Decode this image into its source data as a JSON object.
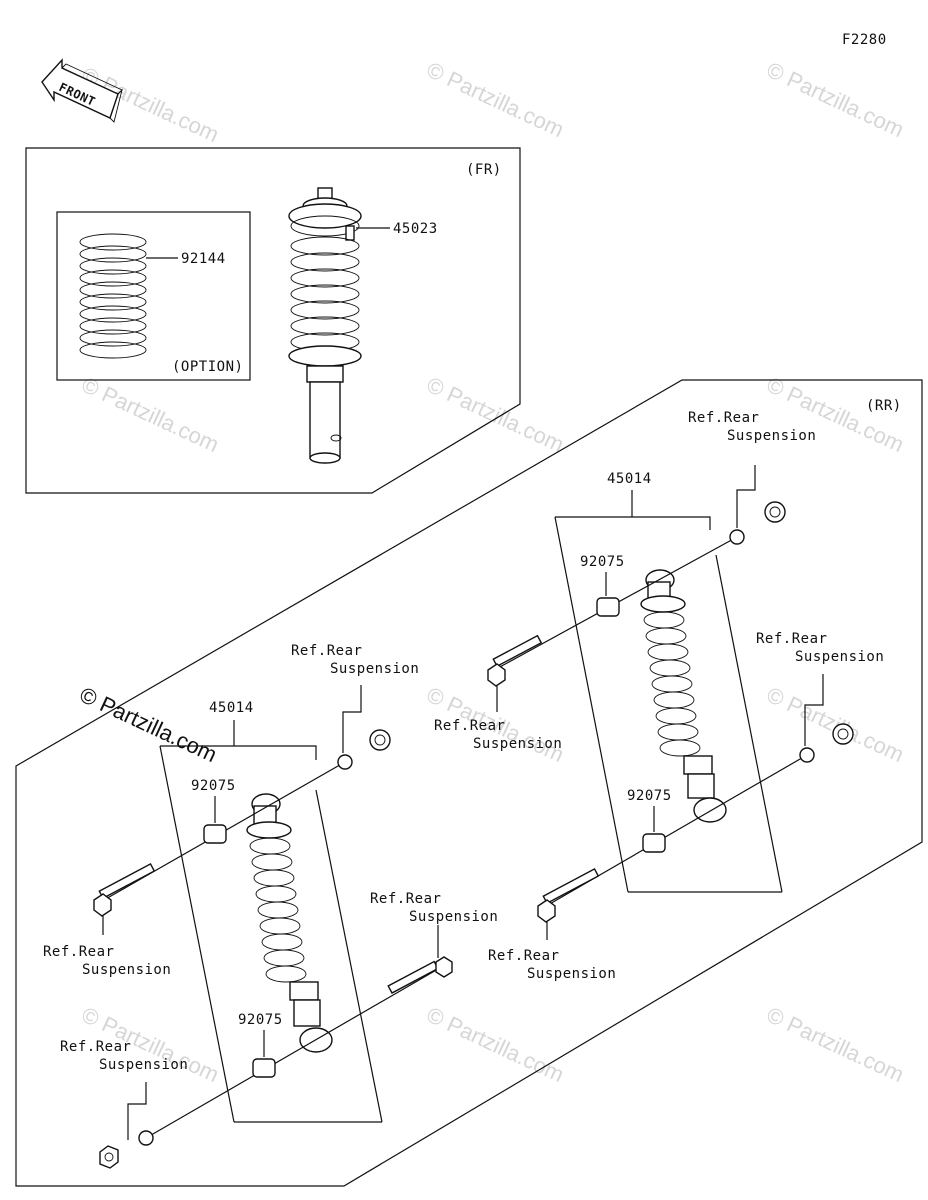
{
  "figure_code": "F2280",
  "front_label": "FRONT",
  "front_section": {
    "tag": "(FR)"
  },
  "rear_section": {
    "tag": "(RR)"
  },
  "option_box": {
    "part_number": "92144",
    "note": "(OPTION)"
  },
  "front_shock": {
    "part_number": "45023"
  },
  "callouts": {
    "rear_left_assembly": "45014",
    "rear_right_assembly": "45014",
    "bushing_left_top": "92075",
    "bushing_left_bottom": "92075",
    "bushing_right_top": "92075",
    "bushing_right_bottom": "92075"
  },
  "ref_rear_suspension": {
    "line1": "Ref.Rear",
    "line2": "Suspension"
  },
  "watermark": "© Partzilla.com"
}
